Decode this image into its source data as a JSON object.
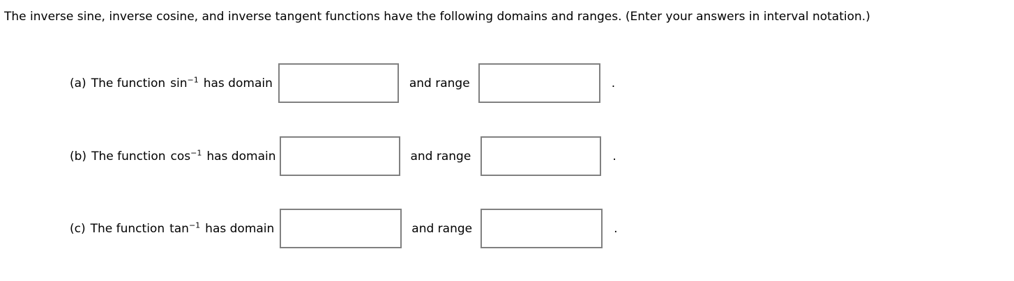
{
  "question": {
    "prompt": "The inverse sine, inverse cosine, and inverse tangent functions have the following domains and ranges. (Enter your answers in interval notation.)",
    "connector_label": "and range",
    "terminator": ".",
    "parts": [
      {
        "label": "(a)",
        "lead_text": "The function",
        "function_base": "sin",
        "function_exponent": "−1",
        "after_text": "has domain",
        "domain_value": "",
        "domain_placeholder": "",
        "range_value": "",
        "range_placeholder": ""
      },
      {
        "label": "(b)",
        "lead_text": "The function",
        "function_base": "cos",
        "function_exponent": "−1",
        "after_text": "has domain",
        "domain_value": "",
        "domain_placeholder": "",
        "range_value": "",
        "range_placeholder": ""
      },
      {
        "label": "(c)",
        "lead_text": "The function",
        "function_base": "tan",
        "function_exponent": "−1",
        "after_text": "has domain",
        "domain_value": "",
        "domain_placeholder": "",
        "range_value": "",
        "range_placeholder": ""
      }
    ]
  },
  "colors": {
    "background": "#ffffff",
    "text": "#000000",
    "input_border": "#808080",
    "input_background": "#ffffff"
  }
}
